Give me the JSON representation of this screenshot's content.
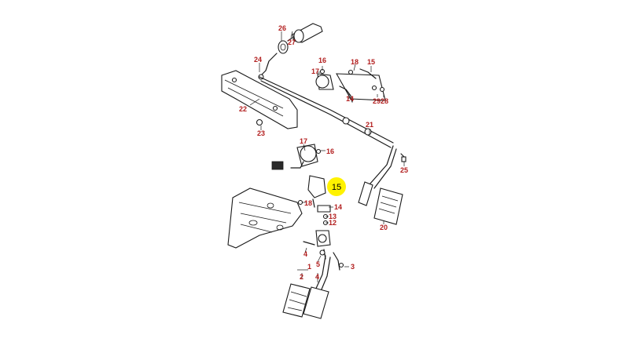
{
  "highlight": {
    "label": "15",
    "color": "#fff200"
  },
  "callout_color": "#b21e1e",
  "callouts": [
    "26",
    "27",
    "24",
    "16",
    "18",
    "15",
    "17",
    "14",
    "29",
    "28",
    "22",
    "21",
    "23",
    "17",
    "16",
    "25",
    "18",
    "14",
    "13",
    "12",
    "20",
    "4",
    "5",
    "3",
    "1",
    "2",
    "4"
  ]
}
